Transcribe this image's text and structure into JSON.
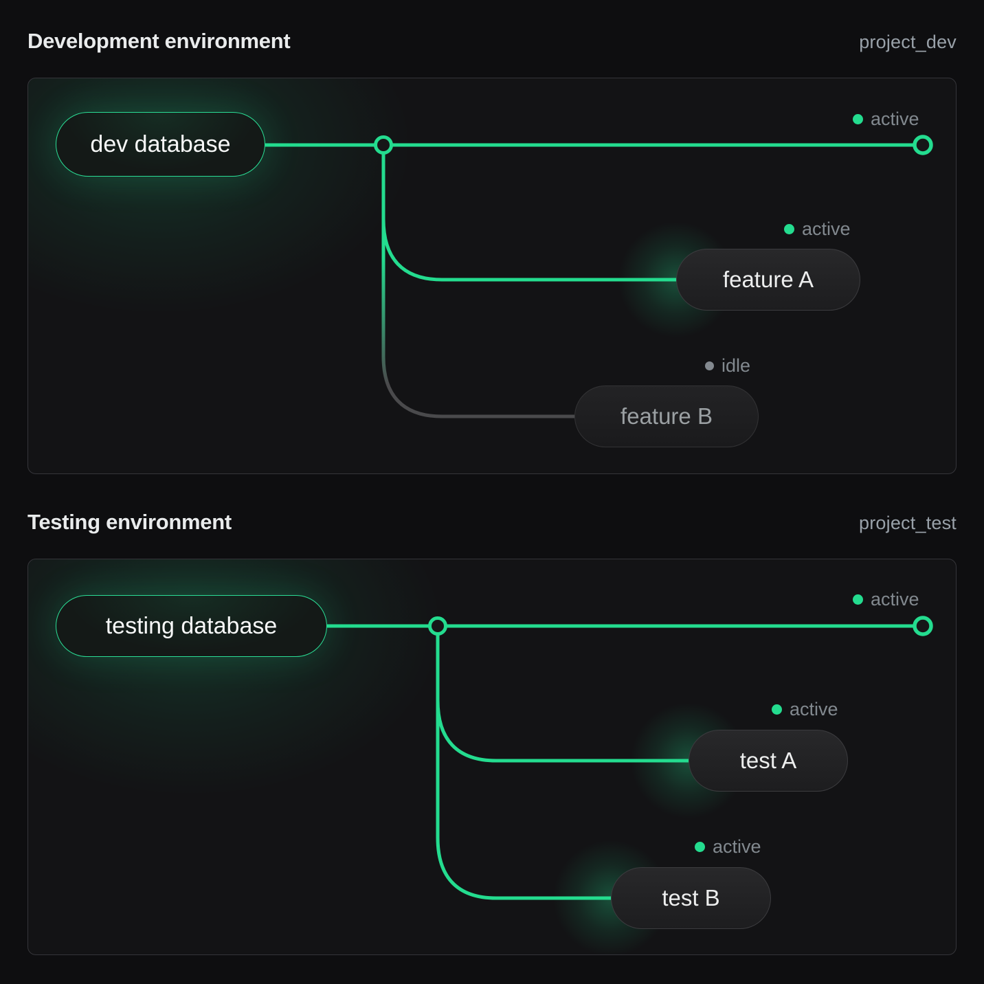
{
  "colors": {
    "accent_green": "#24DC8F",
    "idle_line_gray": "#4A4A4C",
    "status_text_gray": "#82898F",
    "panel_background": "#131315",
    "page_background": "#0E0E10"
  },
  "environments": [
    {
      "title": "Development environment",
      "project": "project_dev",
      "database": {
        "label": "dev database"
      },
      "main_status": "active",
      "branches": [
        {
          "label": "feature A",
          "status": "active"
        },
        {
          "label": "feature B",
          "status": "idle"
        }
      ]
    },
    {
      "title": "Testing environment",
      "project": "project_test",
      "database": {
        "label": "testing database"
      },
      "main_status": "active",
      "branches": [
        {
          "label": "test A",
          "status": "active"
        },
        {
          "label": "test B",
          "status": "active"
        }
      ]
    }
  ]
}
